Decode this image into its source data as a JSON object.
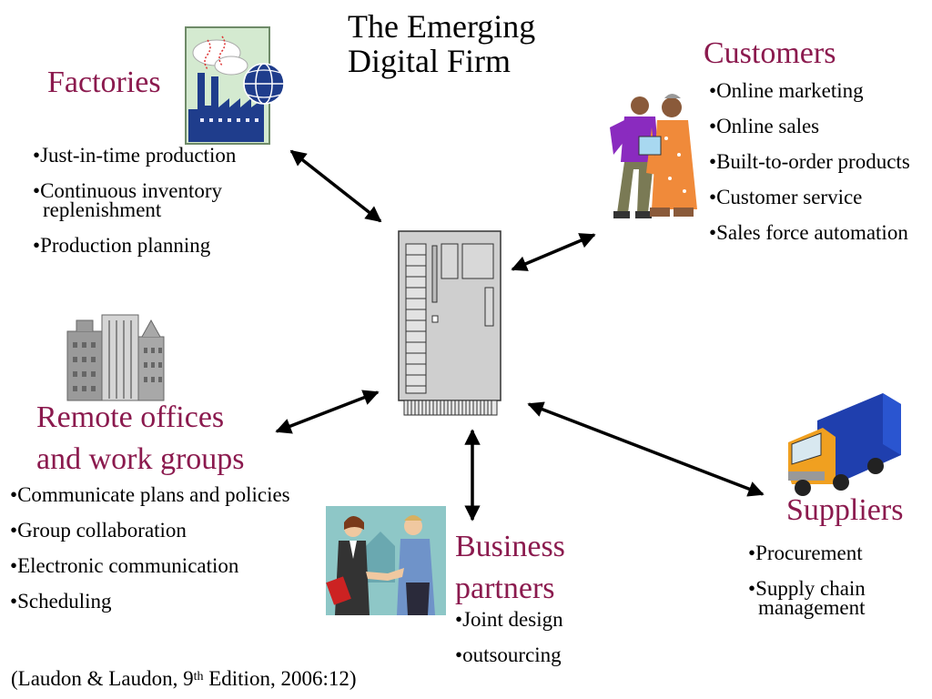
{
  "title": {
    "line1": "The Emerging",
    "line2": "Digital Firm"
  },
  "nodes": {
    "factories": {
      "label": "Factories",
      "items": [
        "Just-in-time production",
        "Continuous inventory replenishment",
        "Production planning"
      ]
    },
    "customers": {
      "label": "Customers",
      "items": [
        "Online marketing",
        "Online sales",
        "Built-to-order products",
        "Customer service",
        "Sales force automation"
      ]
    },
    "remote": {
      "label_line1": "Remote offices",
      "label_line2": "and work groups",
      "items": [
        "Communicate plans and policies",
        "Group collaboration",
        "Electronic communication",
        "Scheduling"
      ]
    },
    "partners": {
      "label_line1": "Business",
      "label_line2": "partners",
      "items": [
        "Joint design",
        "outsourcing"
      ]
    },
    "suppliers": {
      "label": "Suppliers",
      "items": [
        "Procurement",
        "Supply chain management"
      ]
    }
  },
  "citation": {
    "before": "(Laudon & Laudon, 9",
    "sup": "th",
    "after": " Edition, 2006:12)"
  },
  "icons": [
    "factory-icon",
    "customers-icon",
    "buildings-icon",
    "handshake-icon",
    "truck-icon",
    "server-icon"
  ],
  "colors": {
    "heading": "#8b1a4e",
    "arrow": "#000000"
  }
}
